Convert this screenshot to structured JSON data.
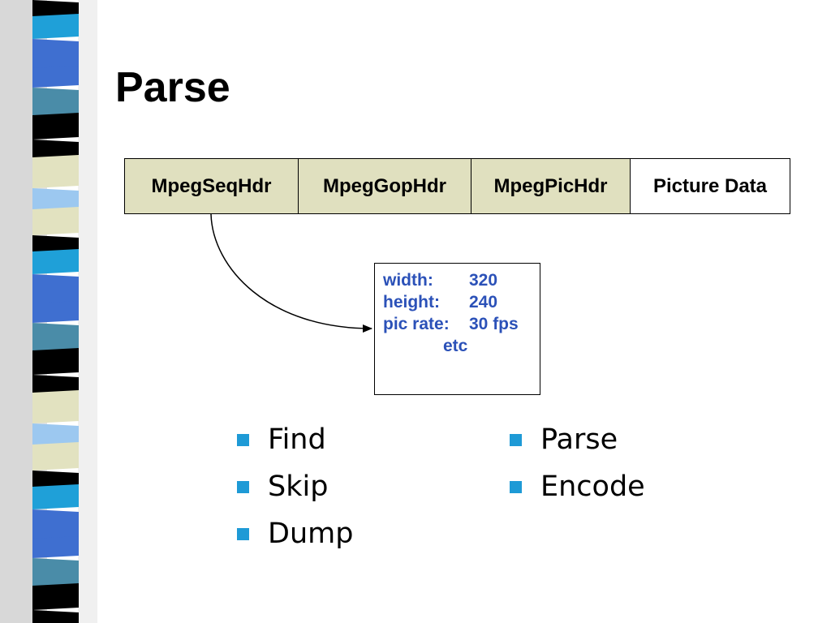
{
  "slide": {
    "title": "Parse",
    "headers": [
      "MpegSeqHdr",
      "MpegGopHdr",
      "MpegPicHdr",
      "Picture Data"
    ],
    "info_box": [
      {
        "label": "width:",
        "value": "320"
      },
      {
        "label": "height:",
        "value": "240"
      },
      {
        "label": "pic rate:",
        "value": "30 fps"
      }
    ],
    "info_more": "etc",
    "bullets_left": [
      "Find",
      "Skip",
      "Dump"
    ],
    "bullets_right": [
      "Parse",
      "Encode"
    ]
  },
  "colors": {
    "header_fill": "#e0e0bf",
    "info_text": "#2b51b8",
    "bullet": "#1e9ad6"
  }
}
